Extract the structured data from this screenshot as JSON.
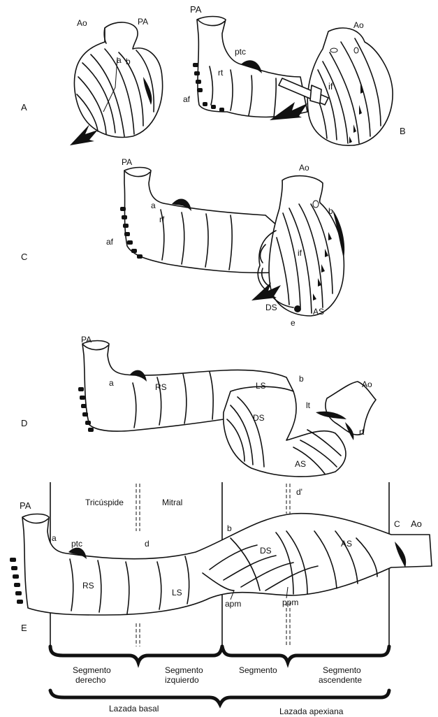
{
  "panels": {
    "A": "A",
    "B": "B",
    "C": "C",
    "D": "D",
    "E": "E"
  },
  "labels": {
    "A_ao": "Ao",
    "A_pa": "PA",
    "A_a": "a",
    "A_b": "b",
    "B_pa": "PA",
    "B_ptc": "ptc",
    "B_rt": "rt",
    "B_af": "af",
    "B_ao": "Ao",
    "B_if": "if",
    "C_pa": "PA",
    "C_a": "a",
    "C_rf": "rf",
    "C_af": "af",
    "C_ao": "Ao",
    "C_b": "b",
    "C_if": "if",
    "C_ds": "DS",
    "C_as": "AS",
    "C_e": "e",
    "D_pa": "PA",
    "D_a": "a",
    "D_rs": "RS",
    "D_ls": "LS",
    "D_b": "b",
    "D_ao": "Ao",
    "D_lt": "lt",
    "D_ds": "DS",
    "D_rt": "rt",
    "D_as": "AS",
    "E_pa": "PA",
    "E_a": "a",
    "E_ptc": "ptc",
    "E_rs": "RS",
    "E_ls": "LS",
    "E_d": "d",
    "E_b": "b",
    "E_dprime": "d'",
    "E_ds": "DS",
    "E_as": "AS",
    "E_c": "C",
    "E_ao": "Ao",
    "E_apm": "apm",
    "E_ppm": "ppm"
  },
  "columns": {
    "tricuspid": "Tricúspide",
    "mitral": "Mitral"
  },
  "segments": {
    "right_1": "Segmento",
    "right_2": "derecho",
    "left_1": "Segmento",
    "left_2": "izquierdo",
    "desc_1": "Segmento",
    "asc_1": "Segmento",
    "asc_2": "ascendente"
  },
  "loops": {
    "basal": "Lazada basal",
    "apical": "Lazada apexiana"
  }
}
